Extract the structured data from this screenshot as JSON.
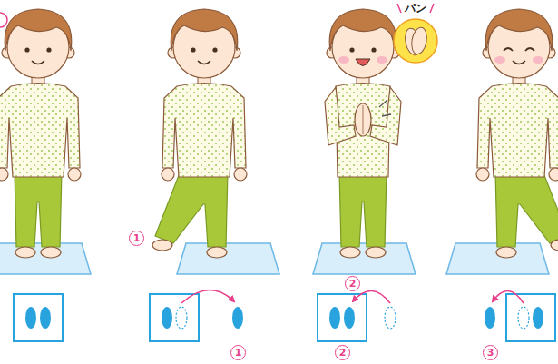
{
  "diagram": {
    "labels": [
      "1",
      "1",
      "パン",
      "2",
      "2",
      "3"
    ]
  }
}
